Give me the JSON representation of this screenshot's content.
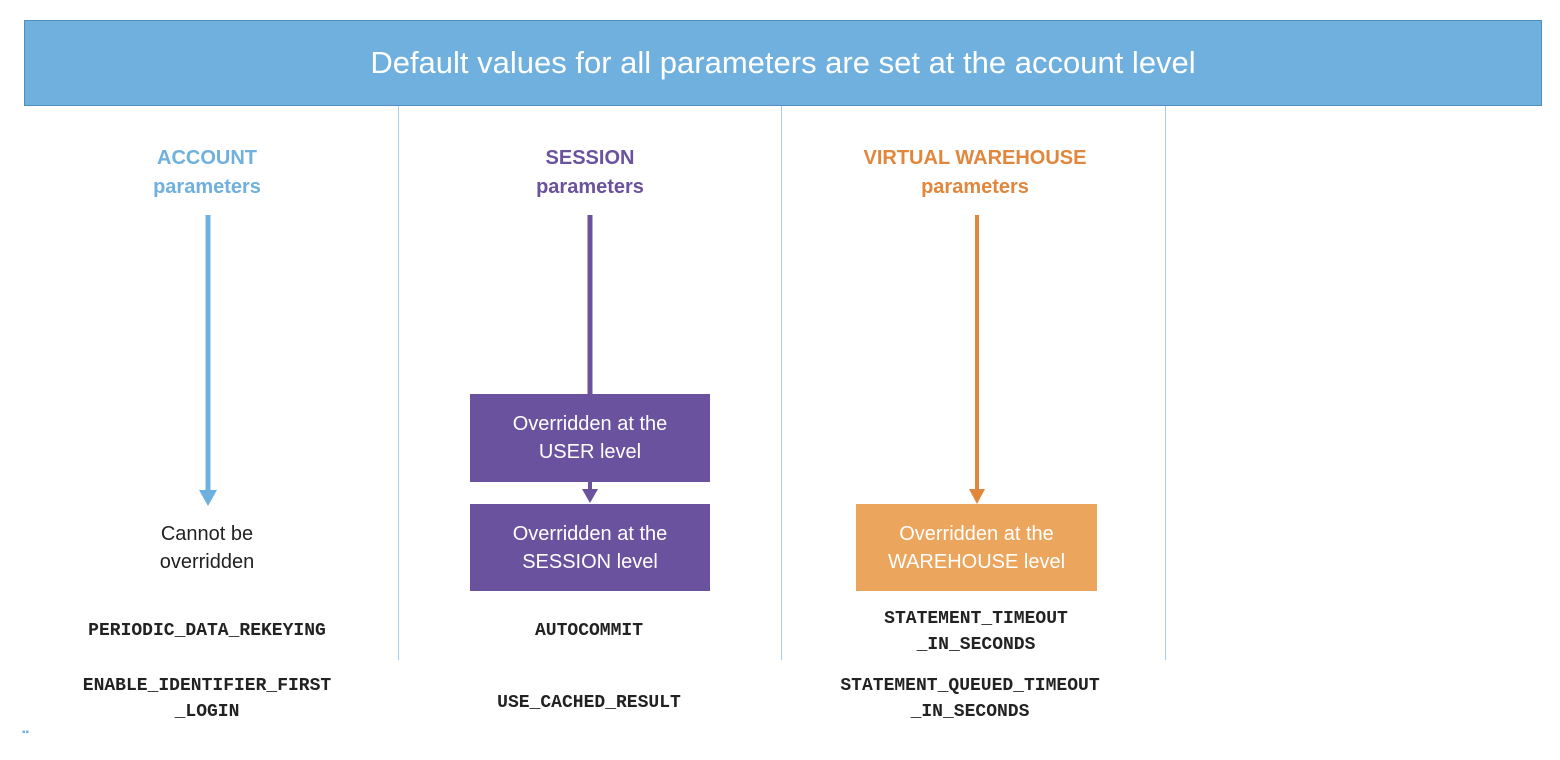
{
  "banner": {
    "text": "Default values for all parameters are set at the account level"
  },
  "columns": {
    "account": {
      "title_line1": "ACCOUNT",
      "title_line2": "parameters",
      "note_line1": "Cannot be",
      "note_line2": "overridden",
      "params": [
        {
          "line1": "PERIODIC_DATA_REKEYING",
          "line2": ""
        },
        {
          "line1": "ENABLE_IDENTIFIER_FIRST",
          "line2": "_LOGIN"
        }
      ]
    },
    "session": {
      "title_line1": "SESSION",
      "title_line2": "parameters",
      "boxes": [
        {
          "line1": "Overridden at the",
          "line2": "USER level"
        },
        {
          "line1": "Overridden at the",
          "line2": "SESSION level"
        }
      ],
      "params": [
        {
          "line1": "AUTOCOMMIT",
          "line2": ""
        },
        {
          "line1": "USE_CACHED_RESULT",
          "line2": ""
        }
      ]
    },
    "warehouse": {
      "title_line1": "VIRTUAL WAREHOUSE",
      "title_line2": "parameters",
      "boxes": [
        {
          "line1": "Overridden at the",
          "line2": "WAREHOUSE level"
        }
      ],
      "params": [
        {
          "line1": "STATEMENT_TIMEOUT",
          "line2": "_IN_SECONDS"
        },
        {
          "line1": "STATEMENT_QUEUED_TIMEOUT",
          "line2": "_IN_SECONDS"
        }
      ]
    }
  },
  "colors": {
    "account": "#6fb0de",
    "session": "#6a529e",
    "warehouse": "#e0873d",
    "warehouse_box": "#eca55d",
    "divider": "#a9cde9"
  }
}
